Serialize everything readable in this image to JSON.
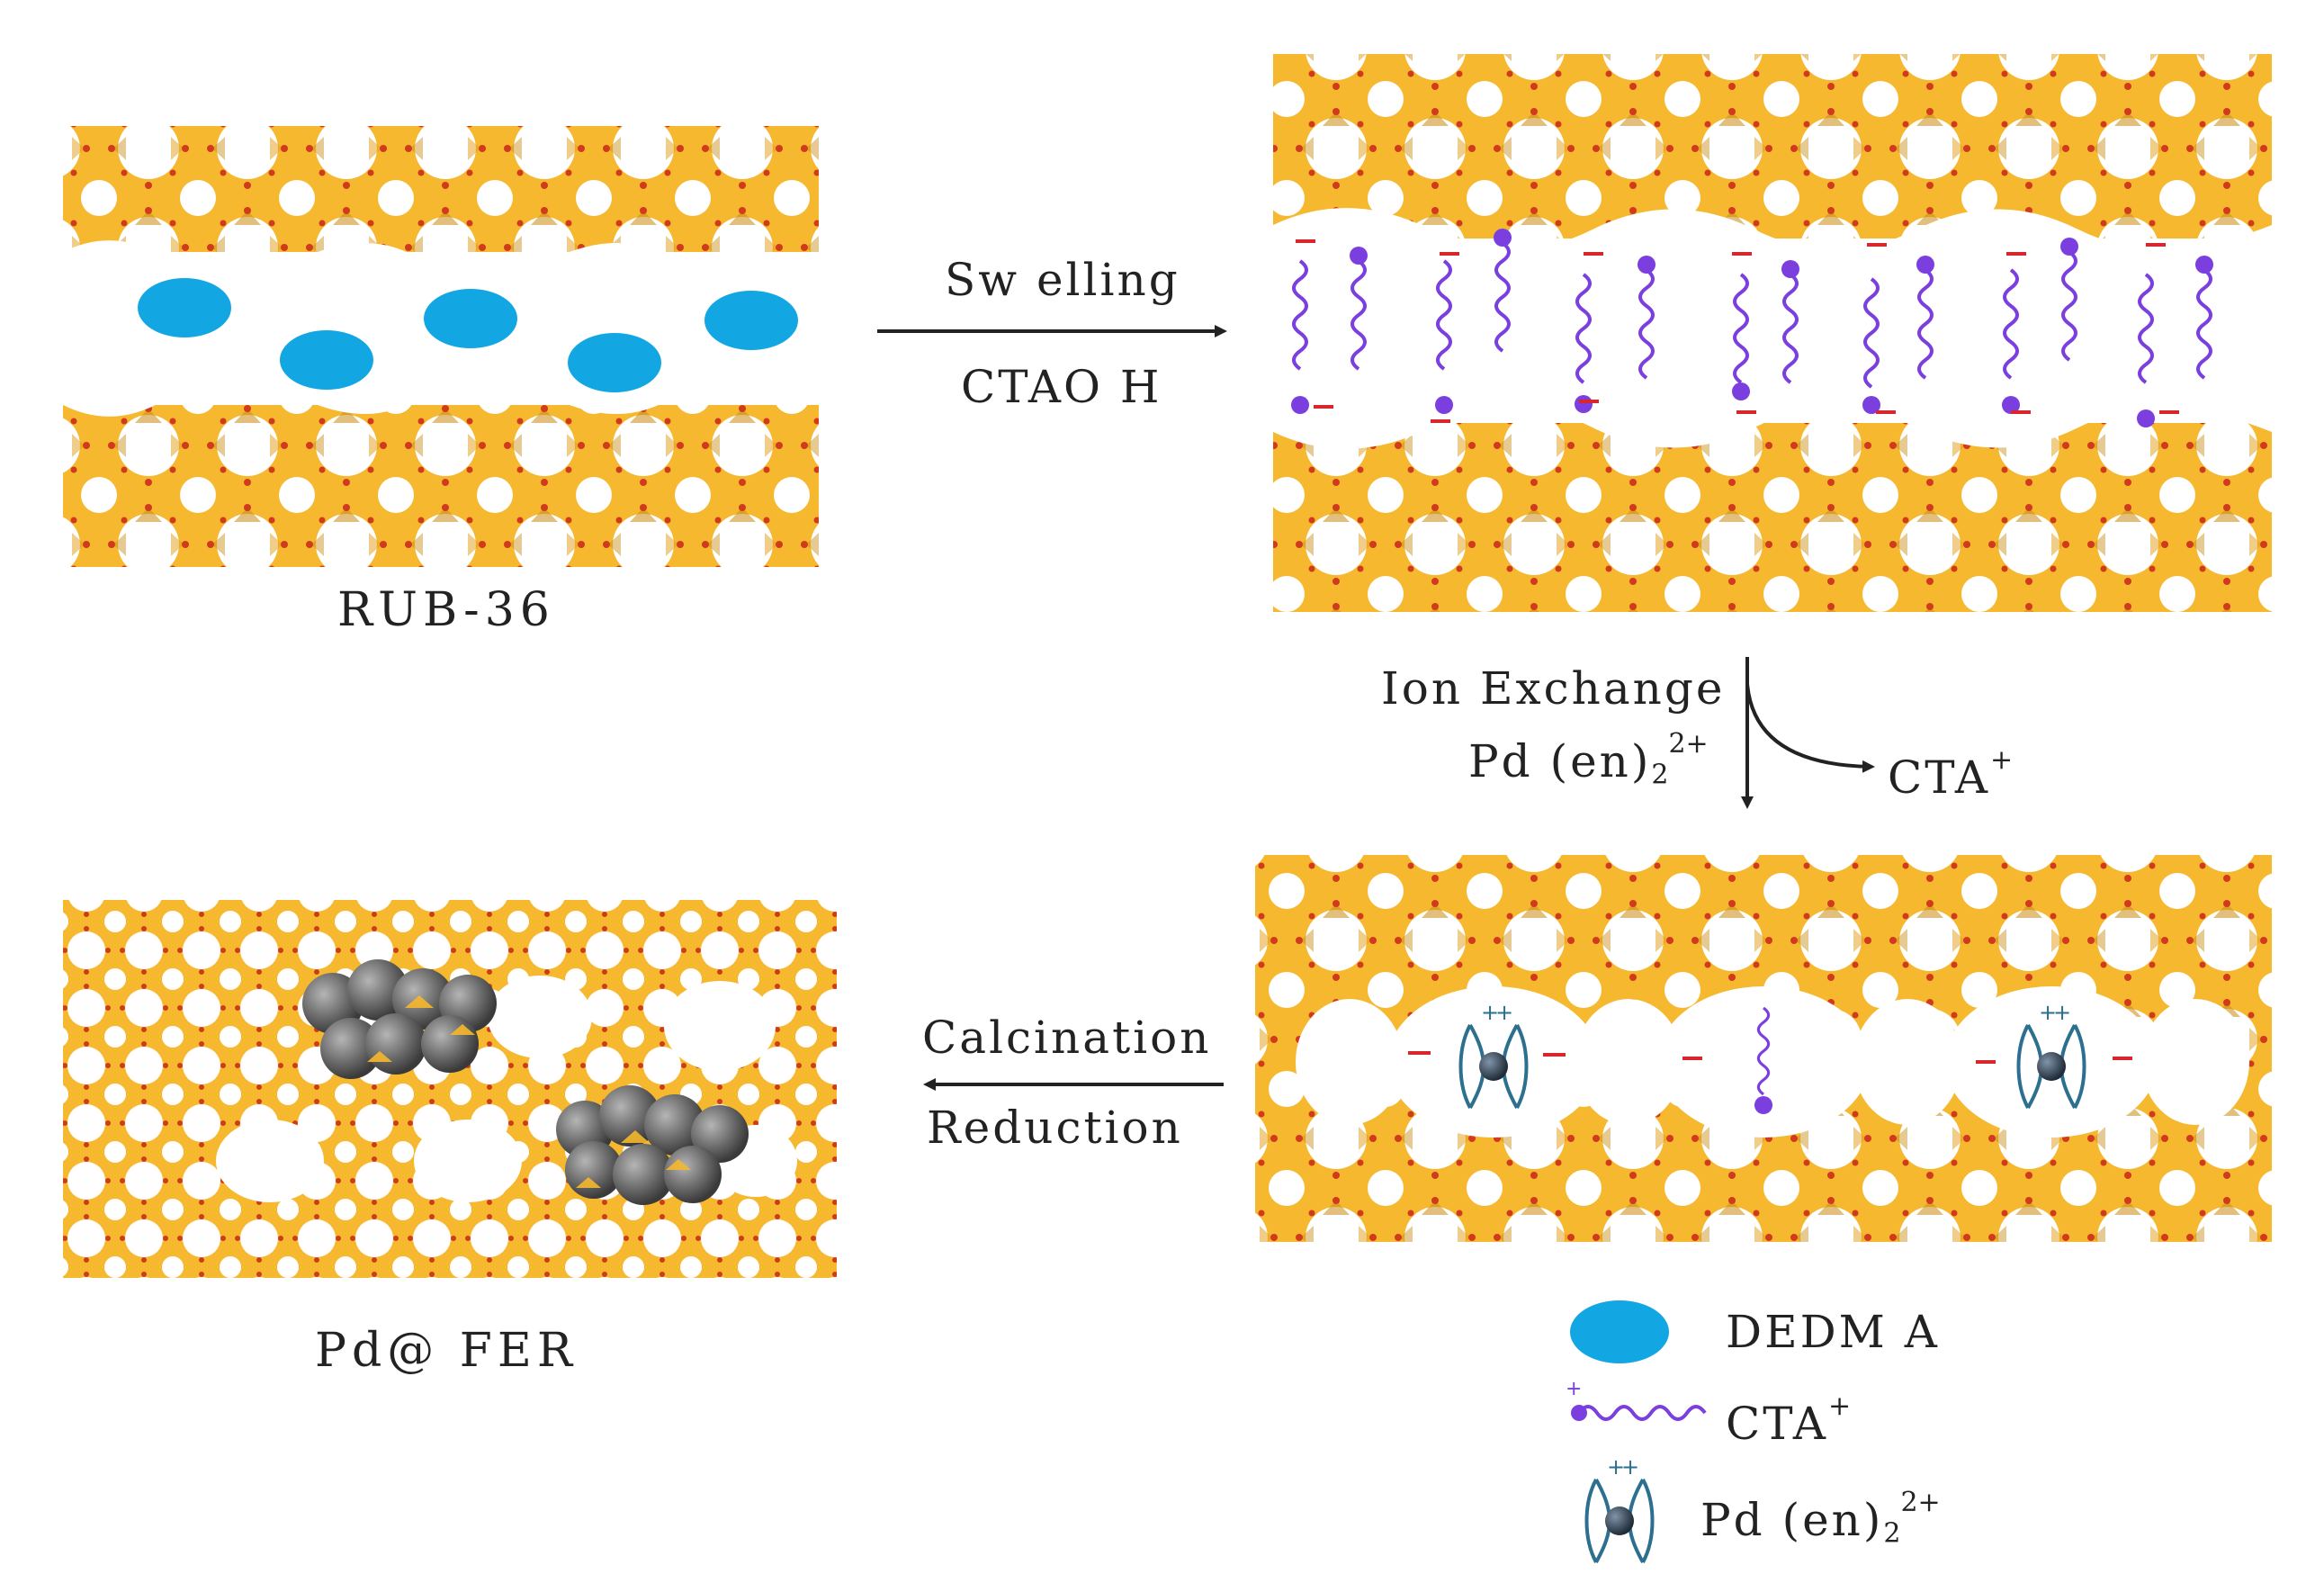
{
  "panels": {
    "rub36": {
      "label": "RUB-36"
    },
    "pdfer": {
      "label": "Pd@ FER"
    }
  },
  "steps": {
    "swelling": {
      "line1": "Sw elling",
      "line2": "CTAO H"
    },
    "ion_exchange": {
      "line1": "Ion Exchange",
      "reagent": "Pd",
      "reagent_ligand": "(en)",
      "reagent_sub": "2",
      "reagent_charge": "2+",
      "byproduct": "CTA",
      "byproduct_charge": "+"
    },
    "calcination": {
      "line1": "Calcination",
      "line2": "Reduction"
    }
  },
  "legend": {
    "dedma": "DEDM A",
    "cta": "CTA",
    "cta_charge": "+",
    "pd_complex": "Pd",
    "pd_ligand": "(en)",
    "pd_sub": "2",
    "pd_charge": "2+"
  },
  "colors": {
    "framework": "#F5B82E",
    "framework_dark": "#C98A12",
    "oxygen": "#D23A1E",
    "dedma": "#12A7E3",
    "cta": "#7B3FE0",
    "cta_charge_minus": "#D9262C",
    "pd_particle": "#5F5F5F",
    "pd_complex_ring": "#2C6F8F",
    "pd_atom": "#2A3A4A",
    "arrow": "#222222"
  }
}
